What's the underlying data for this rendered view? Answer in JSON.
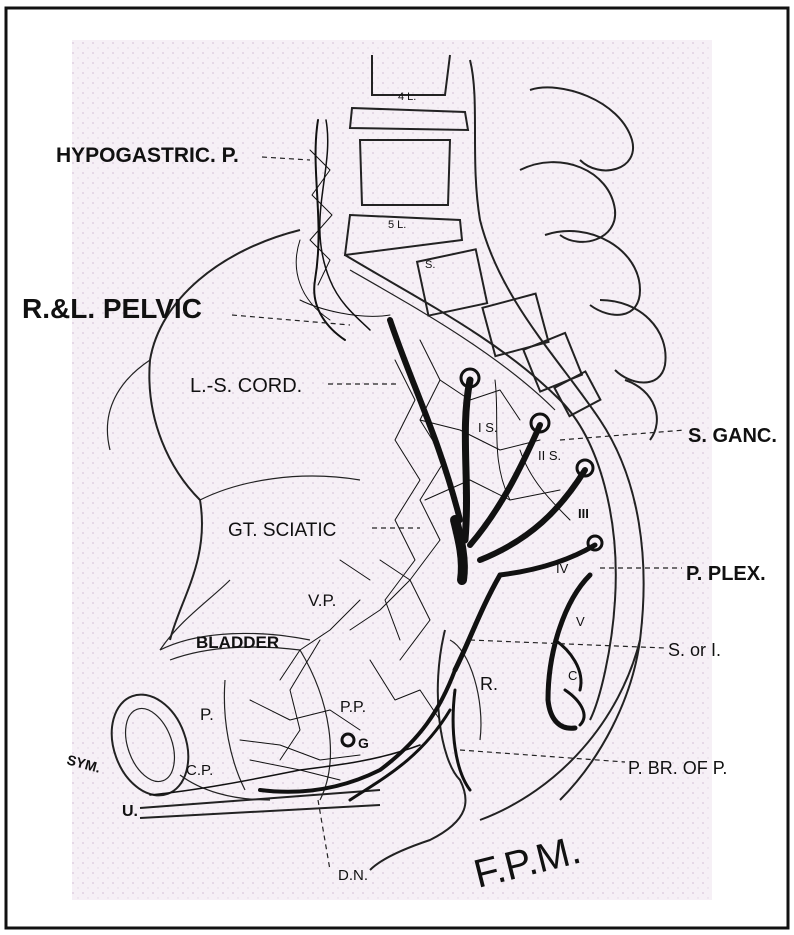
{
  "labels": {
    "hypogastric": "HYPOGASTRIC. P.",
    "pelvic": "R.&L. PELVIC",
    "ls_cord": "L.-S. CORD.",
    "gt_sciatic": "GT. SCIATIC",
    "vp": "V.P.",
    "bladder": "BLADDER",
    "p": "P.",
    "pp": "P.P.",
    "g": "G",
    "cp": "C.P.",
    "sym": "SYM.",
    "u": "U.",
    "dn": "D.N.",
    "r": "R.",
    "s_ganc": "S. GANC.",
    "p_plex": "P. PLEX.",
    "s_or_i": "S. or I.",
    "p_br_of_p": "P. BR. OF P.",
    "fpm": "F.P.M.",
    "v4l": "4 L.",
    "v5l": "5 L.",
    "v_s": "S.",
    "n1s": "I S.",
    "n2s": "II S.",
    "n3": "III",
    "n4": "IV",
    "n5": "V",
    "nc": "C"
  },
  "colors": {
    "ink": "#111111",
    "paper": "#f4eef4",
    "border": "#111111"
  }
}
